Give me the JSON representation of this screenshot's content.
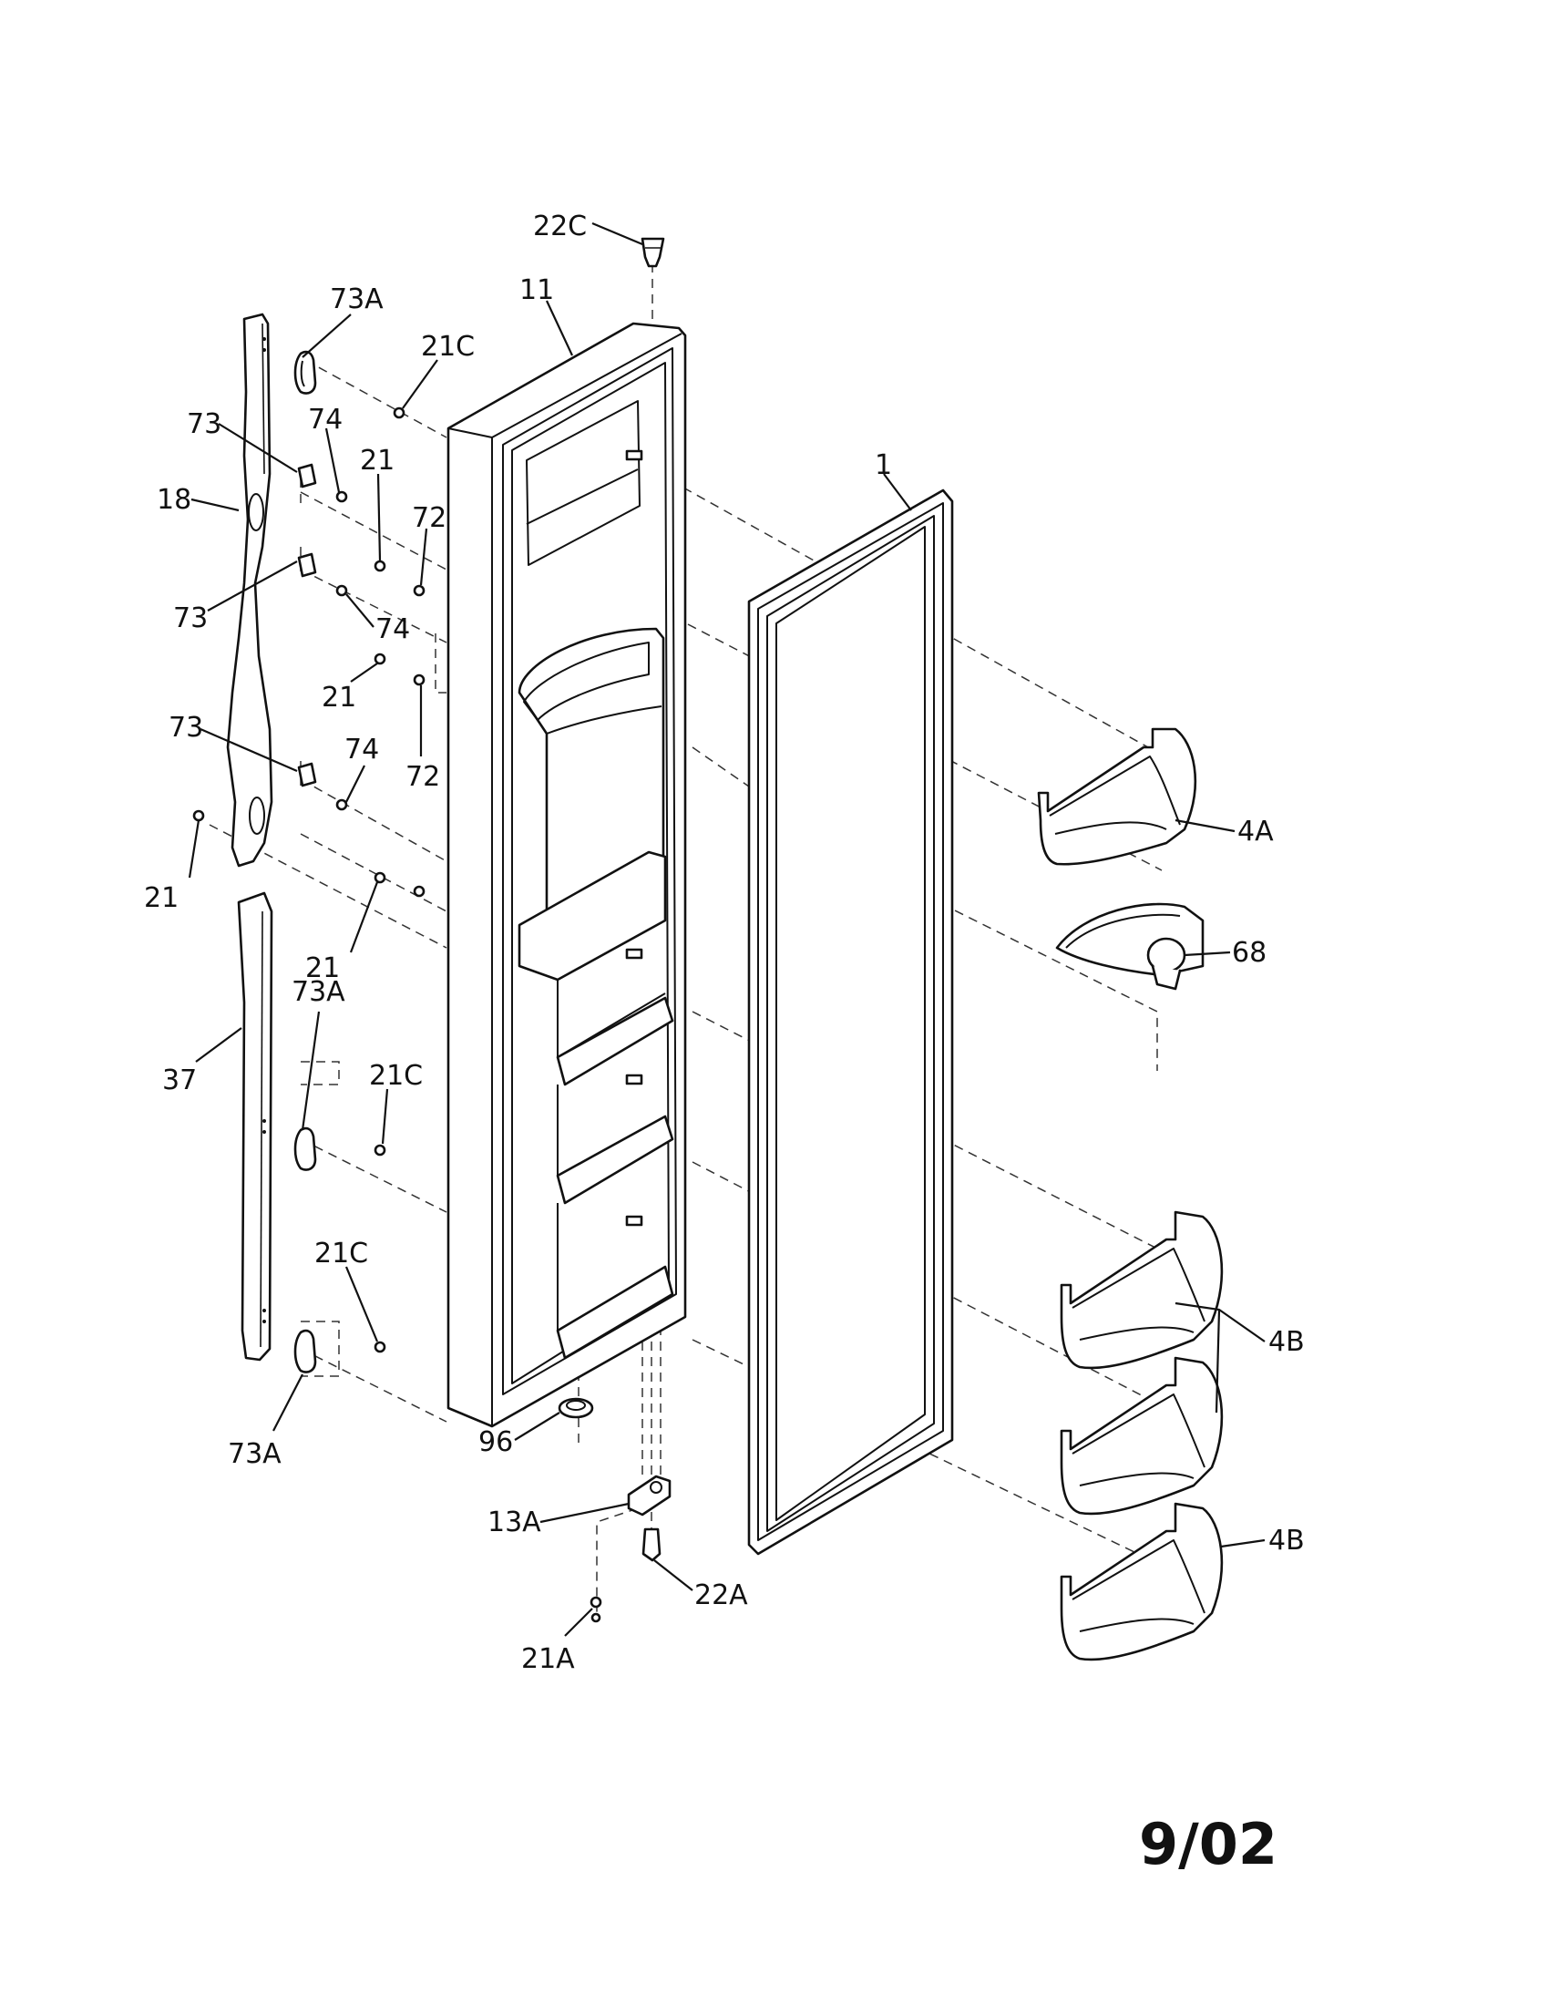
{
  "callouts": {
    "c22C": "22C",
    "c11": "11",
    "c73A_top": "73A",
    "c21C_top": "21C",
    "c73_1": "73",
    "c74_1": "74",
    "c21_1": "21",
    "c72_1": "72",
    "c18": "18",
    "c1": "1",
    "c73_2": "73",
    "c74_2": "74",
    "c21_2": "21",
    "c73_3": "73",
    "c74_3": "74",
    "c72_2": "72",
    "c4A": "4A",
    "c68": "68",
    "c21_3": "21",
    "c21_4": "21",
    "c73A_mid": "73A",
    "c37": "37",
    "c21C_mid": "21C",
    "c21C_low": "21C",
    "c4B_1": "4B",
    "c4B_2": "4B",
    "c96": "96",
    "c73A_bot": "73A",
    "c13A": "13A",
    "c22A": "22A",
    "c21A": "21A"
  },
  "date_stamp": "9/02"
}
